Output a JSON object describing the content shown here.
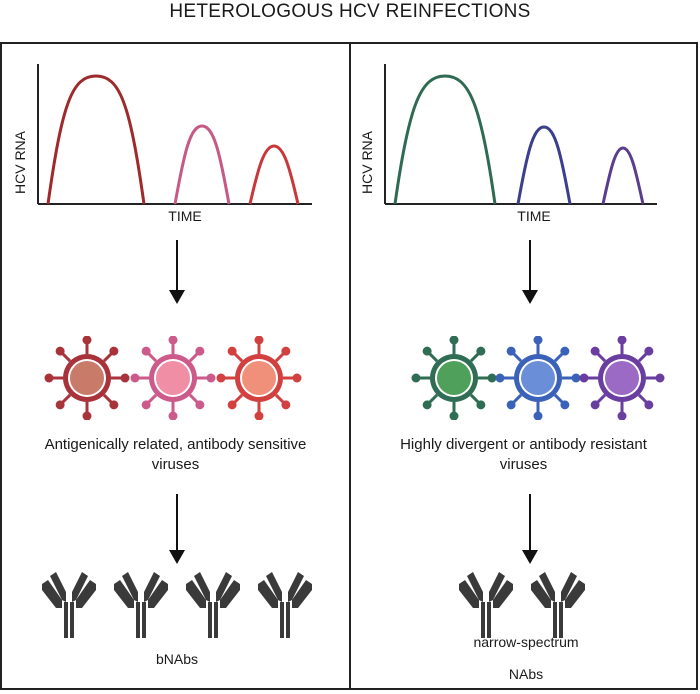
{
  "title": "HETEROLOGOUS HCV REINFECTIONS",
  "left": {
    "ylabel": "HCV RNA",
    "xlabel": "TIME",
    "curve_colors": [
      "#9e2a2b",
      "#c45a85",
      "#c8383a"
    ],
    "virus_colors": [
      {
        "outer": "#a8333a",
        "inner": "#c97b6a"
      },
      {
        "outer": "#cc5a8a",
        "inner": "#ef8ea5"
      },
      {
        "outer": "#d2403f",
        "inner": "#f0907a"
      }
    ],
    "caption_line1": "Antigenically related, antibody sensitive",
    "caption_line2": "viruses",
    "antibody_count": 4,
    "antibody_label": "bNAbs"
  },
  "right": {
    "ylabel": "HCV RNA",
    "xlabel": "TIME",
    "curve_colors": [
      "#2f6a52",
      "#3b3f8c",
      "#5b3d8d"
    ],
    "virus_colors": [
      {
        "outer": "#2f6d55",
        "inner": "#4fa05a"
      },
      {
        "outer": "#3a62b8",
        "inner": "#6a8fd8"
      },
      {
        "outer": "#6a3ea0",
        "inner": "#9a6ac4"
      }
    ],
    "caption_line1": "Highly divergent or antibody resistant",
    "caption_line2": "viruses",
    "antibody_count": 2,
    "antibody_label_line1": "narrow-spectrum",
    "antibody_label_line2": "NAbs"
  },
  "icons": {
    "arrow": "down-arrow-icon",
    "virus": "virus-icon",
    "antibody": "antibody-icon"
  }
}
